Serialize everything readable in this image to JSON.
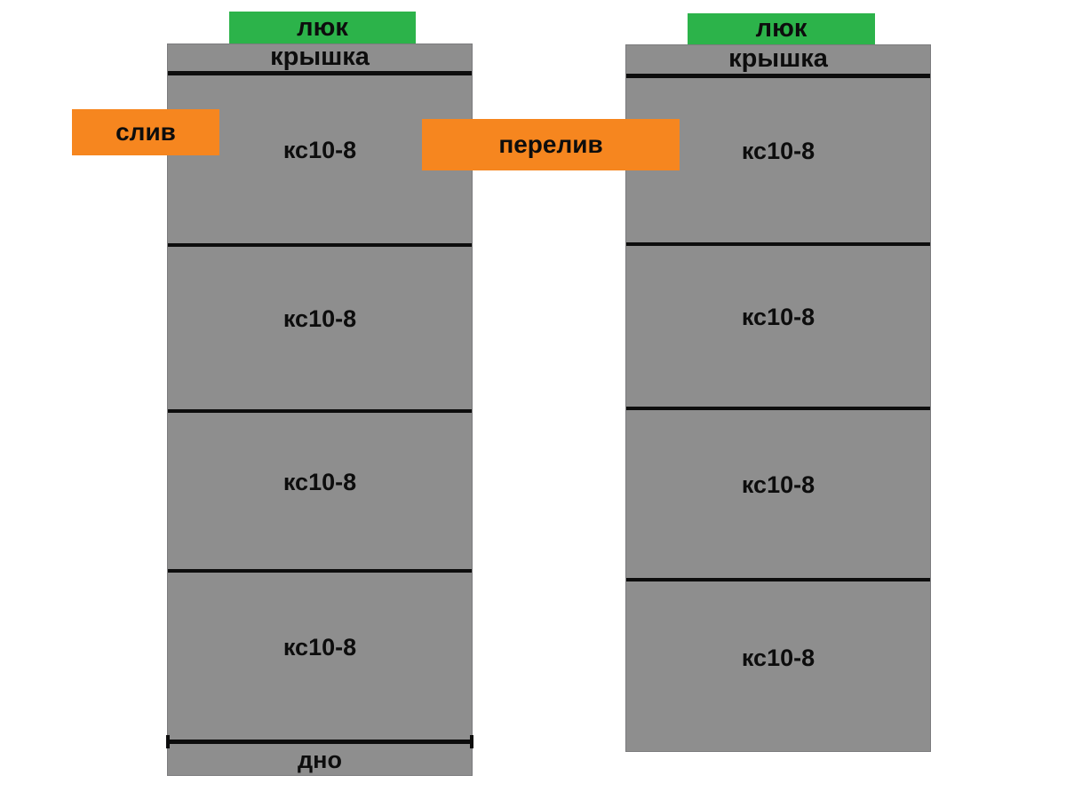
{
  "wells": [
    {
      "name": "left-well",
      "hatch_label": "люк",
      "cover_label": "крышка",
      "rings": [
        "кс10-8",
        "кс10-8",
        "кс10-8",
        "кс10-8"
      ],
      "bottom_label": "дно"
    },
    {
      "name": "right-well",
      "hatch_label": "люк",
      "cover_label": "крышка",
      "rings": [
        "кс10-8",
        "кс10-8",
        "кс10-8",
        "кс10-8"
      ]
    }
  ],
  "connections": {
    "drain_label": "слив",
    "overflow_label": "перелив"
  },
  "colors": {
    "ring_gray": "#8e8e8e",
    "hatch_green": "#2cb34a",
    "pipe_orange": "#f6861f",
    "line_black": "#0d0d0d"
  }
}
